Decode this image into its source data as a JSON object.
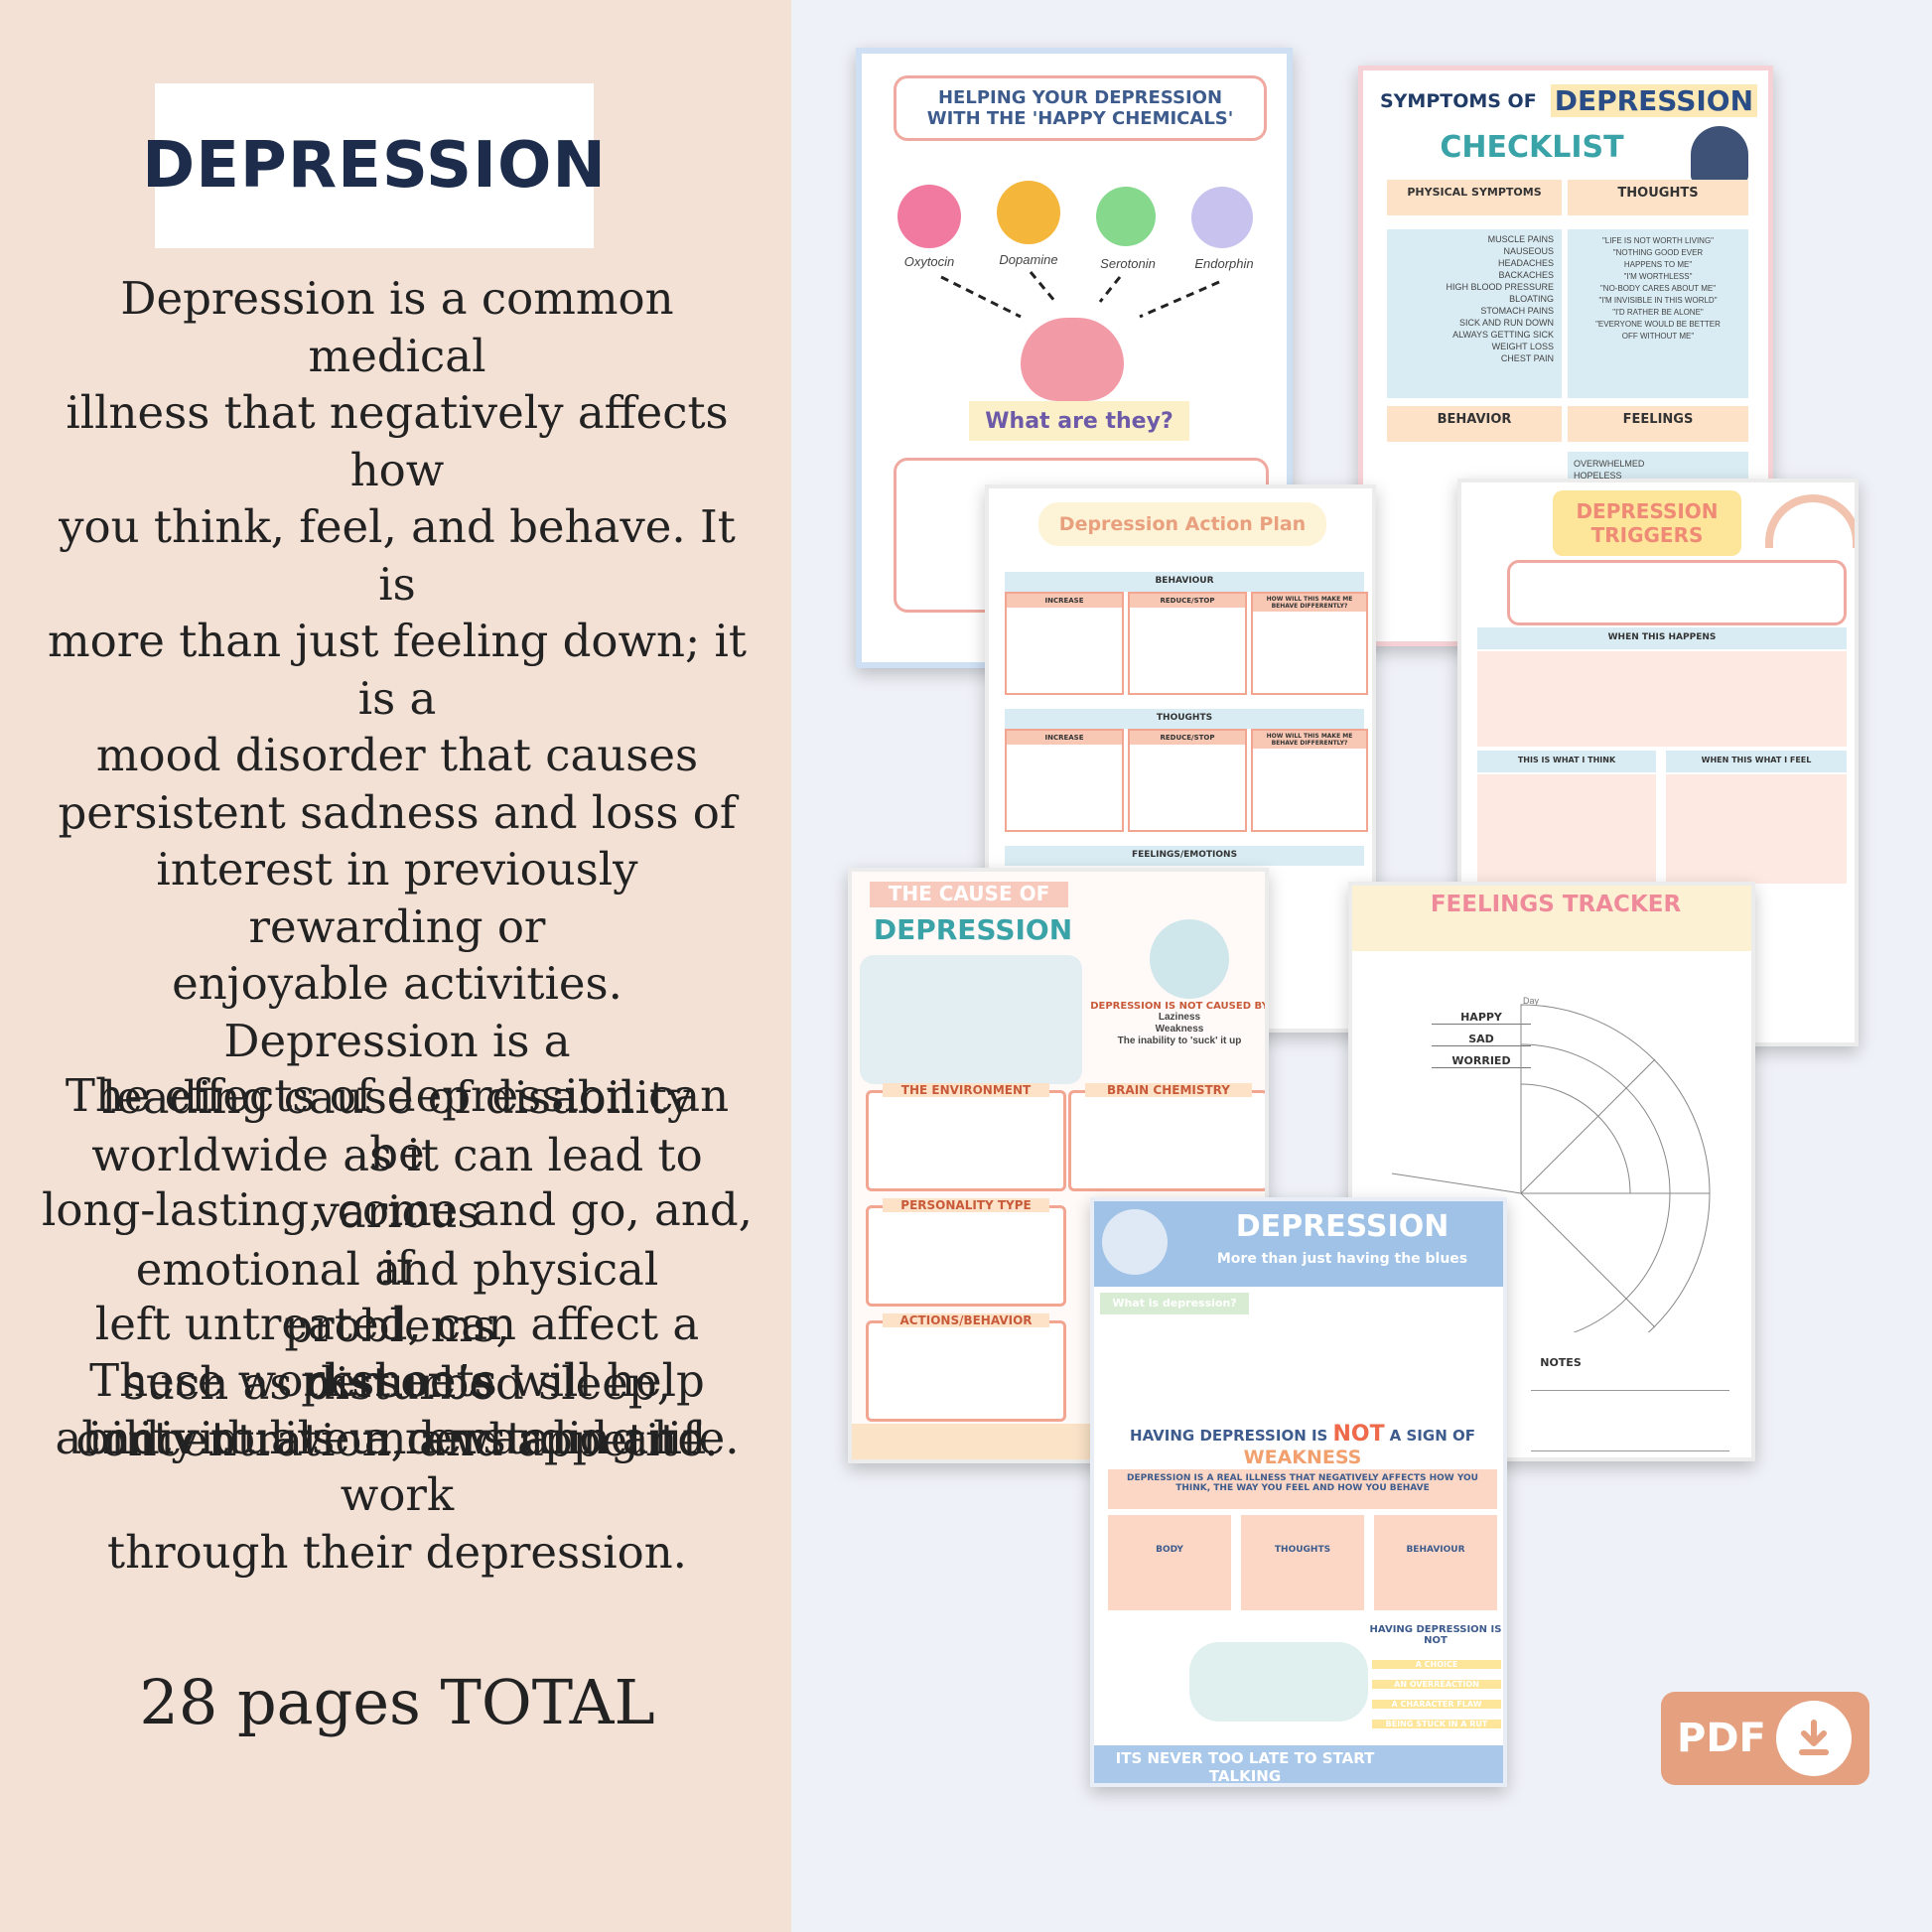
{
  "left": {
    "title": "DEPRESSION",
    "lines_1": [
      "Depression is a common medical",
      "illness that negatively affects how",
      "you think, feel, and behave. It is",
      "more than just feeling down; it is a",
      "mood disorder that causes",
      "persistent sadness and loss of",
      "interest in previously rewarding or",
      "enjoyable activities. Depression is a",
      "leading cause of disability",
      "worldwide as it can lead to various",
      "emotional and physical problems,",
      "such as disturbed sleep,",
      "concentration, and appetite."
    ],
    "lines_2": [
      "The effects of depression can be",
      "long-lasting, come and go, and, if",
      "left untreated, can affect a person’s",
      "ability to live a rewarding life."
    ],
    "lines_3": [
      "These worksheets will help",
      "individuals understand and work",
      "through their depression."
    ],
    "pages_total": "28 pages TOTAL"
  },
  "happy_sheet": {
    "title_l1": "HELPING YOUR DEPRESSION",
    "title_l2": "WITH THE 'HAPPY CHEMICALS'",
    "chemicals": [
      "Oxytocin",
      "Dopamine",
      "Serotonin",
      "Endorphin"
    ],
    "question": "What are they?"
  },
  "checklist_sheet": {
    "title_a": "SYMPTOMS OF",
    "title_b": "DEPRESSION",
    "title_c": "CHECKLIST",
    "col1": "PHYSICAL SYMPTOMS",
    "col2": "THOUGHTS",
    "col3": "BEHAVIOR",
    "col4": "FEELINGS",
    "physical": [
      "MUSCLE PAINS",
      "NAUSEOUS",
      "HEADACHES",
      "BACKACHES",
      "HIGH BLOOD PRESSURE",
      "BLOATING",
      "STOMACH PAINS",
      "SICK AND RUN DOWN",
      "ALWAYS GETTING SICK",
      "WEIGHT LOSS",
      "CHEST PAIN"
    ],
    "thoughts": [
      "\"LIFE IS NOT WORTH LIVING\"",
      "\"NOTHING GOOD EVER",
      "HAPPENS TO ME\"",
      "\"I'M WORTHLESS\"",
      "\"NO-BODY CARES ABOUT ME\"",
      "\"I'M INVISIBLE IN THIS WORLD\"",
      "\"I'D RATHER BE ALONE\"",
      "\"EVERYONE WOULD BE BETTER",
      "OFF WITHOUT ME\""
    ],
    "feelings": [
      "OVERWHELMED",
      "HOPELESS"
    ]
  },
  "action_sheet": {
    "title": "Depression Action Plan",
    "sec1": "BEHAVIOUR",
    "sec2": "THOUGHTS",
    "sec3": "FEELINGS/EMOTIONS",
    "c1": "INCREASE",
    "c2": "REDUCE/STOP",
    "c3": "HOW WILL THIS MAKE ME BEHAVE DIFFERENTLY?"
  },
  "triggers_sheet": {
    "title_l1": "DEPRESSION",
    "title_l2": "TRIGGERS",
    "h1": "WHEN THIS HAPPENS",
    "h2": "THIS IS WHAT I THINK",
    "h3": "WHEN THIS WHAT I FEEL"
  },
  "cause_sheet": {
    "title_a": "THE CAUSE OF",
    "title_b": "DEPRESSION",
    "not_caused": "DEPRESSION IS NOT CAUSED BY",
    "reasons": [
      "Laziness",
      "Weakness",
      "The inability to 'suck' it up"
    ],
    "s1": "THE ENVIRONMENT",
    "s2": "BRAIN CHEMISTRY",
    "s3": "PERSONALITY TYPE",
    "s4": "ACTIONS/BEHAVIOR"
  },
  "tracker_sheet": {
    "title": "FEELINGS TRACKER",
    "day": "Day",
    "moods": [
      "HAPPY",
      "SAD",
      "WORRIED"
    ],
    "notes": "NOTES"
  },
  "blues_sheet": {
    "title": "DEPRESSION",
    "subtitle": "More than just having the blues",
    "question": "What is depression?",
    "weak_a": "HAVING DEPRESSION IS",
    "weak_b": "NOT",
    "weak_c": "A SIGN OF",
    "weak_d": "WEAKNESS",
    "real_illness": "DEPRESSION IS A REAL ILLNESS THAT NEGATIVELY AFFECTS HOW YOU THINK, THE WAY YOU FEEL AND HOW YOU BEHAVE",
    "cols": [
      "BODY",
      "THOUGHTS",
      "BEHAVIOUR"
    ],
    "having": "HAVING DEPRESSION IS NOT",
    "nots": [
      "A CHOICE",
      "AN OVERREACTION",
      "A CHARACTER FLAW",
      "BEING STUCK IN A RUT"
    ],
    "footer": "ITS NEVER TOO LATE TO START TALKING"
  },
  "pdf_button": {
    "label": "PDF"
  },
  "colors": {
    "panel": "#f4e1d5",
    "navy": "#1c2c4a",
    "teal": "#3aa3a8",
    "coral": "#f2a591",
    "pdf": "#e4a07f"
  }
}
